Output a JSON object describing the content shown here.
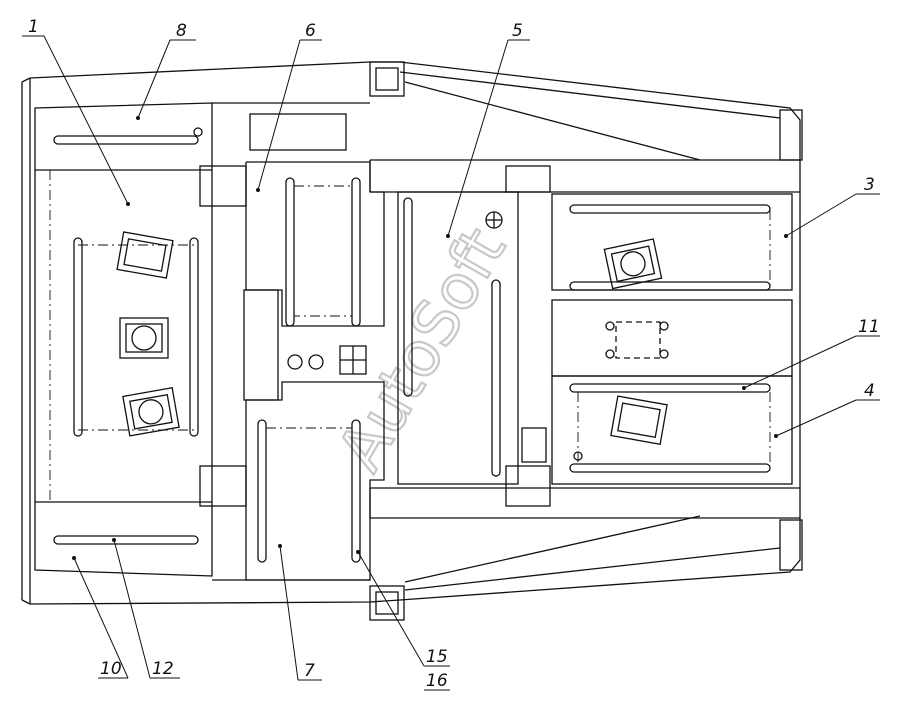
{
  "drawing": {
    "callouts": [
      {
        "id": "c1",
        "label": "1"
      },
      {
        "id": "c8",
        "label": "8"
      },
      {
        "id": "c6",
        "label": "6"
      },
      {
        "id": "c5",
        "label": "5"
      },
      {
        "id": "c3",
        "label": "3"
      },
      {
        "id": "c11",
        "label": "11"
      },
      {
        "id": "c4",
        "label": "4"
      },
      {
        "id": "c10",
        "label": "10"
      },
      {
        "id": "c12",
        "label": "12"
      },
      {
        "id": "c7",
        "label": "7"
      },
      {
        "id": "c15",
        "label": "15"
      },
      {
        "id": "c16",
        "label": "16"
      }
    ],
    "watermark": "AutoSoft",
    "colors": {
      "line": "#111111",
      "watermark": "#cfcfcf",
      "background": "#ffffff"
    }
  }
}
